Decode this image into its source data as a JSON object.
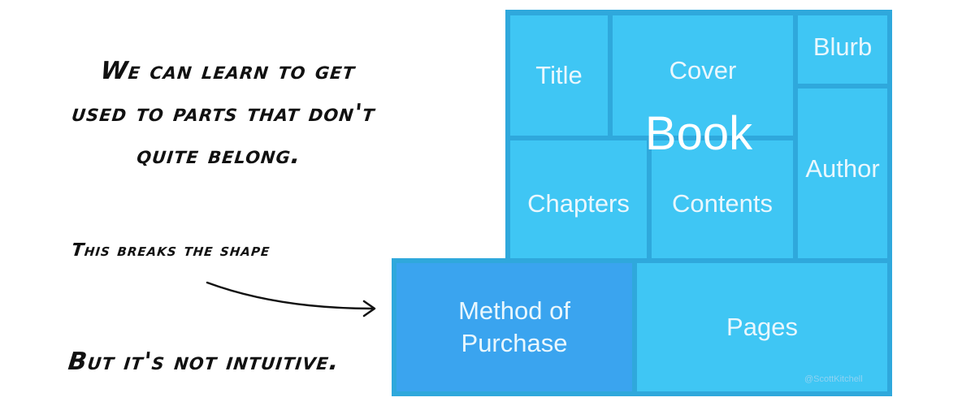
{
  "headline": {
    "lines": [
      "We can learn to get",
      "used to parts that don't",
      "quite belong."
    ]
  },
  "annotation": "This breaks the shape",
  "footer": "But it's not intuitive.",
  "diagram": {
    "center_label": "Book",
    "cells": {
      "title": "Title",
      "cover": "Cover",
      "blurb": "Blurb",
      "author": "Author",
      "chapters": "Chapters",
      "contents": "Contents",
      "method_line1": "Method of",
      "method_line2": "Purchase",
      "pages": "Pages"
    },
    "colors": {
      "frame": "#2fa8dc",
      "cell": "#3fc6f4",
      "highlight_cell": "#3aa4ef",
      "label": "#e9f7fd"
    }
  },
  "watermark": "@ScottKitchell"
}
